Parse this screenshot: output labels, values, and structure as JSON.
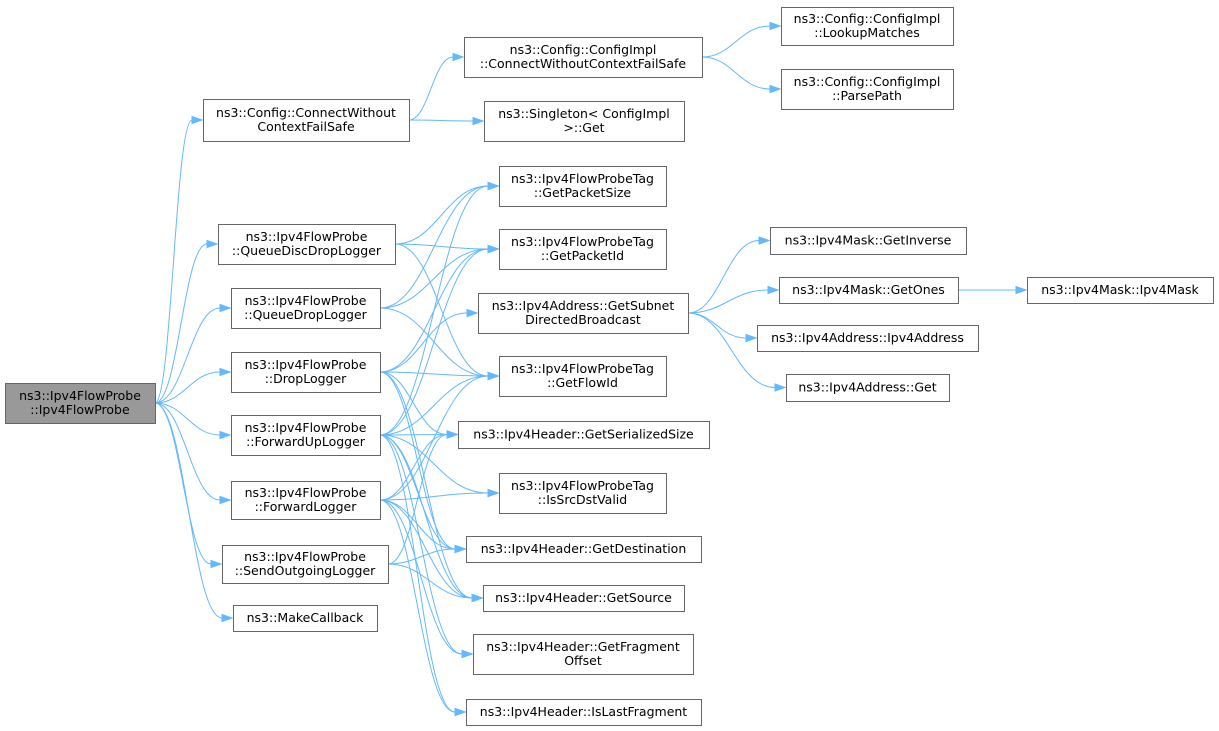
{
  "colors": {
    "edge": "#63b8ff",
    "node_border": "#666666",
    "root_fill": "#999999",
    "node_fill": "#ffffff"
  },
  "nodes": [
    {
      "id": "root",
      "lines": [
        "ns3::Ipv4FlowProbe",
        "::Ipv4FlowProbe"
      ],
      "root": true
    },
    {
      "id": "connectWithout",
      "lines": [
        "ns3::Config::ConnectWithout",
        "ContextFailSafe"
      ]
    },
    {
      "id": "queueDisc",
      "lines": [
        "ns3::Ipv4FlowProbe",
        "::QueueDiscDropLogger"
      ]
    },
    {
      "id": "queueDrop",
      "lines": [
        "ns3::Ipv4FlowProbe",
        "::QueueDropLogger"
      ]
    },
    {
      "id": "drop",
      "lines": [
        "ns3::Ipv4FlowProbe",
        "::DropLogger"
      ]
    },
    {
      "id": "fwdUp",
      "lines": [
        "ns3::Ipv4FlowProbe",
        "::ForwardUpLogger"
      ]
    },
    {
      "id": "fwd",
      "lines": [
        "ns3::Ipv4FlowProbe",
        "::ForwardLogger"
      ]
    },
    {
      "id": "sendOut",
      "lines": [
        "ns3::Ipv4FlowProbe",
        "::SendOutgoingLogger"
      ]
    },
    {
      "id": "makeCb",
      "lines": [
        "ns3::MakeCallback"
      ]
    },
    {
      "id": "cwcfs",
      "lines": [
        "ns3::Config::ConfigImpl",
        "::ConnectWithoutContextFailSafe"
      ]
    },
    {
      "id": "singleton",
      "lines": [
        "ns3::Singleton< ConfigImpl",
        "  >::Get"
      ]
    },
    {
      "id": "lookup",
      "lines": [
        "ns3::Config::ConfigImpl",
        "::LookupMatches"
      ]
    },
    {
      "id": "parse",
      "lines": [
        "ns3::Config::ConfigImpl",
        "::ParsePath"
      ]
    },
    {
      "id": "pktSize",
      "lines": [
        "ns3::Ipv4FlowProbeTag",
        "::GetPacketSize"
      ]
    },
    {
      "id": "pktId",
      "lines": [
        "ns3::Ipv4FlowProbeTag",
        "::GetPacketId"
      ]
    },
    {
      "id": "subnet",
      "lines": [
        "ns3::Ipv4Address::GetSubnet",
        "DirectedBroadcast"
      ]
    },
    {
      "id": "flowId",
      "lines": [
        "ns3::Ipv4FlowProbeTag",
        "::GetFlowId"
      ]
    },
    {
      "id": "serSize",
      "lines": [
        "ns3::Ipv4Header::GetSerializedSize"
      ]
    },
    {
      "id": "srcDst",
      "lines": [
        "ns3::Ipv4FlowProbeTag",
        "::IsSrcDstValid"
      ]
    },
    {
      "id": "dest",
      "lines": [
        "ns3::Ipv4Header::GetDestination"
      ]
    },
    {
      "id": "source",
      "lines": [
        "ns3::Ipv4Header::GetSource"
      ]
    },
    {
      "id": "fragOff",
      "lines": [
        "ns3::Ipv4Header::GetFragment",
        "Offset"
      ]
    },
    {
      "id": "lastFrag",
      "lines": [
        "ns3::Ipv4Header::IsLastFragment"
      ]
    },
    {
      "id": "getInverse",
      "lines": [
        "ns3::Ipv4Mask::GetInverse"
      ]
    },
    {
      "id": "getOnes",
      "lines": [
        "ns3::Ipv4Mask::GetOnes"
      ]
    },
    {
      "id": "ipv4Mask",
      "lines": [
        "ns3::Ipv4Mask::Ipv4Mask"
      ]
    },
    {
      "id": "ipv4Addr",
      "lines": [
        "ns3::Ipv4Address::Ipv4Address"
      ]
    },
    {
      "id": "addrGet",
      "lines": [
        "ns3::Ipv4Address::Get"
      ]
    }
  ],
  "edges": [
    [
      "root",
      "connectWithout"
    ],
    [
      "root",
      "queueDisc"
    ],
    [
      "root",
      "queueDrop"
    ],
    [
      "root",
      "drop"
    ],
    [
      "root",
      "fwdUp"
    ],
    [
      "root",
      "fwd"
    ],
    [
      "root",
      "sendOut"
    ],
    [
      "root",
      "makeCb"
    ],
    [
      "connectWithout",
      "cwcfs"
    ],
    [
      "connectWithout",
      "singleton"
    ],
    [
      "cwcfs",
      "lookup"
    ],
    [
      "cwcfs",
      "parse"
    ],
    [
      "queueDisc",
      "pktSize"
    ],
    [
      "queueDisc",
      "pktId"
    ],
    [
      "queueDisc",
      "flowId"
    ],
    [
      "queueDrop",
      "pktId"
    ],
    [
      "queueDrop",
      "pktSize"
    ],
    [
      "queueDrop",
      "flowId"
    ],
    [
      "drop",
      "pktId"
    ],
    [
      "drop",
      "subnet"
    ],
    [
      "drop",
      "flowId"
    ],
    [
      "drop",
      "serSize"
    ],
    [
      "drop",
      "dest"
    ],
    [
      "drop",
      "source"
    ],
    [
      "fwdUp",
      "pktId"
    ],
    [
      "fwdUp",
      "pktSize"
    ],
    [
      "fwdUp",
      "flowId"
    ],
    [
      "fwdUp",
      "serSize"
    ],
    [
      "fwdUp",
      "srcDst"
    ],
    [
      "fwdUp",
      "dest"
    ],
    [
      "fwdUp",
      "source"
    ],
    [
      "fwdUp",
      "fragOff"
    ],
    [
      "fwdUp",
      "lastFrag"
    ],
    [
      "fwd",
      "flowId"
    ],
    [
      "fwd",
      "serSize"
    ],
    [
      "fwd",
      "srcDst"
    ],
    [
      "fwd",
      "dest"
    ],
    [
      "fwd",
      "source"
    ],
    [
      "fwd",
      "fragOff"
    ],
    [
      "fwd",
      "lastFrag"
    ],
    [
      "sendOut",
      "dest"
    ],
    [
      "sendOut",
      "source"
    ],
    [
      "sendOut",
      "serSize"
    ],
    [
      "subnet",
      "getInverse"
    ],
    [
      "subnet",
      "getOnes"
    ],
    [
      "subnet",
      "ipv4Addr"
    ],
    [
      "subnet",
      "addrGet"
    ],
    [
      "getOnes",
      "ipv4Mask"
    ]
  ]
}
